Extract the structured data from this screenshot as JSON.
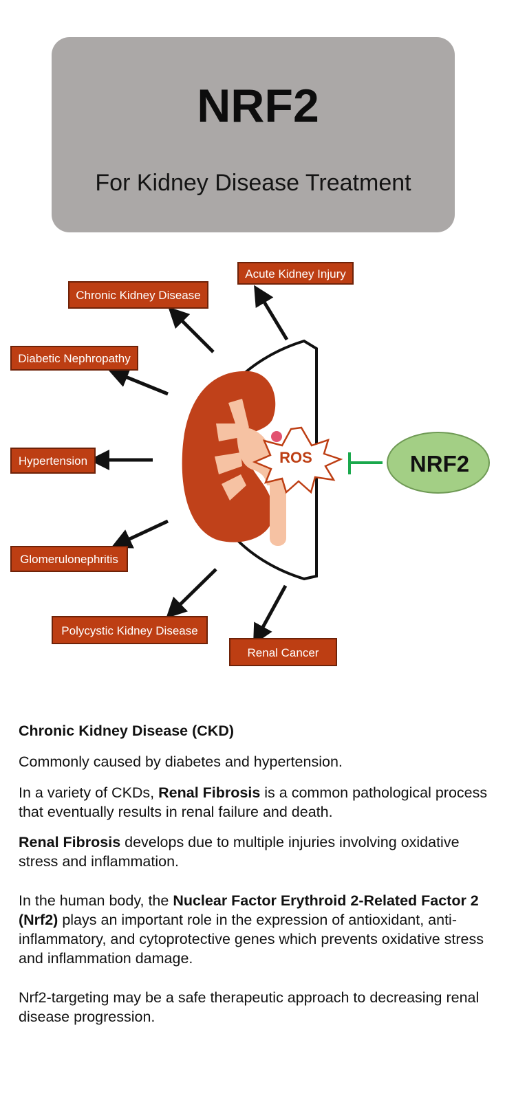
{
  "header": {
    "title": "NRF2",
    "subtitle": "For Kidney Disease Treatment"
  },
  "diagram": {
    "diseases": [
      "Acute Kidney Injury",
      "Chronic Kidney Disease",
      "Diabetic Nephropathy",
      "Hypertension",
      "Glomerulonephritis",
      "Polycystic Kidney Disease",
      "Renal Cancer"
    ],
    "ros_label": "ROS",
    "nrf2_label": "NRF2",
    "colors": {
      "label_fill": "#bd3e13",
      "kidney": "#c0411a",
      "renal_pelvis": "#f6c2a3",
      "nrf2_fill": "#a3cf85",
      "inhibitor": "#1aa84c",
      "header_card": "#aba8a7"
    }
  },
  "body": {
    "ckd_heading": "Chronic Kidney Disease (CKD)",
    "p1": "Commonly caused by diabetes and hypertension.",
    "p2_pre": "In a variety of CKDs, ",
    "p2_bold": "Renal Fibrosis",
    "p2_post": " is a common pathological process that eventually results in renal failure and death.",
    "p3_bold": "Renal Fibrosis",
    "p3_post": " develops due to multiple injuries involving oxidative stress and inflammation.",
    "p4_pre": "In the human body, the ",
    "p4_bold": "Nuclear Factor Erythroid 2-Related Factor 2 (Nrf2)",
    "p4_post": " plays an important role in the expression of antioxidant, anti-inflammatory, and cytoprotective genes which prevents oxidative stress and inflammation damage.",
    "p5": "Nrf2-targeting may be a safe therapeutic approach to decreasing renal disease progression."
  }
}
